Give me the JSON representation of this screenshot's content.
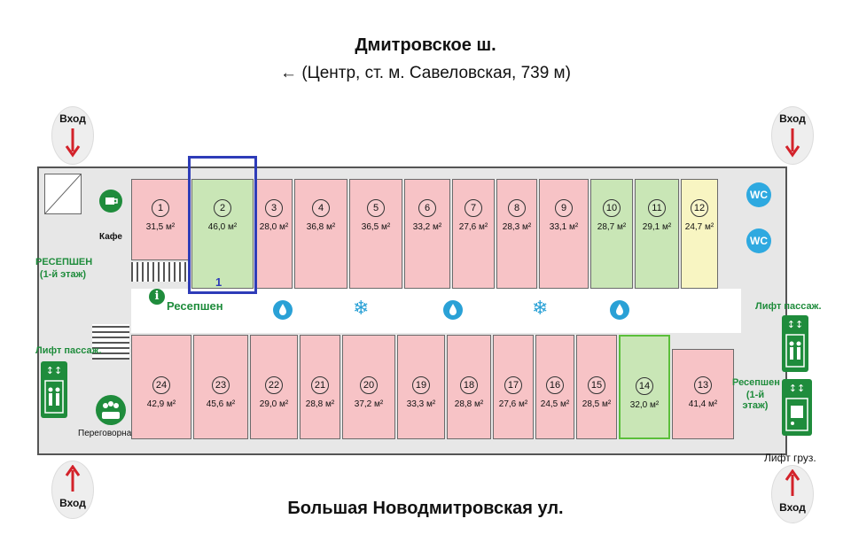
{
  "streets": {
    "top": "Дмитровское ш.",
    "top_sub": "← (Центр, ст. м. Савеловская, 739 м)",
    "bottom": "Большая Новодмитровская ул."
  },
  "entrance_label": "Вход",
  "labels": {
    "cafe": "Кафе",
    "reception_left": "РЕСЕПШЕН",
    "reception_left_floor": "(1-й этаж)",
    "reception_corridor": "Ресепшен",
    "reception_right": "Ресепшен",
    "reception_right_floor": "(1-й этаж)",
    "lift_pass_left": "Лифт пассаж.",
    "lift_pass_right": "Лифт пассаж.",
    "lift_cargo": "Лифт груз.",
    "meeting": "Переговорная",
    "wc": "WC",
    "highlight_marker": "1"
  },
  "colors": {
    "occupied": "#f7c3c6",
    "available": "#c9e6b6",
    "reserved": "#f8f5c2",
    "highlight": "#2e3cb8"
  },
  "rooms_top": [
    {
      "num": "1",
      "area": "31,5 м²",
      "status": "occupied"
    },
    {
      "num": "2",
      "area": "46,0 м²",
      "status": "available"
    },
    {
      "num": "3",
      "area": "28,0 м²",
      "status": "occupied"
    },
    {
      "num": "4",
      "area": "36,8 м²",
      "status": "occupied"
    },
    {
      "num": "5",
      "area": "36,5 м²",
      "status": "occupied"
    },
    {
      "num": "6",
      "area": "33,2 м²",
      "status": "occupied"
    },
    {
      "num": "7",
      "area": "27,6 м²",
      "status": "occupied"
    },
    {
      "num": "8",
      "area": "28,3 м²",
      "status": "occupied"
    },
    {
      "num": "9",
      "area": "33,1 м²",
      "status": "occupied"
    },
    {
      "num": "10",
      "area": "28,7 м²",
      "status": "available"
    },
    {
      "num": "11",
      "area": "29,1 м²",
      "status": "available"
    },
    {
      "num": "12",
      "area": "24,7 м²",
      "status": "reserved"
    }
  ],
  "rooms_bottom": [
    {
      "num": "24",
      "area": "42,9 м²",
      "status": "occupied"
    },
    {
      "num": "23",
      "area": "45,6 м²",
      "status": "occupied"
    },
    {
      "num": "22",
      "area": "29,0 м²",
      "status": "occupied"
    },
    {
      "num": "21",
      "area": "28,8 м²",
      "status": "occupied"
    },
    {
      "num": "20",
      "area": "37,2 м²",
      "status": "occupied"
    },
    {
      "num": "19",
      "area": "33,3 м²",
      "status": "occupied"
    },
    {
      "num": "18",
      "area": "28,8 м²",
      "status": "occupied"
    },
    {
      "num": "17",
      "area": "27,6 м²",
      "status": "occupied"
    },
    {
      "num": "16",
      "area": "24,5 м²",
      "status": "occupied"
    },
    {
      "num": "15",
      "area": "28,5 м²",
      "status": "occupied"
    },
    {
      "num": "14",
      "area": "32,0 м²",
      "status": "available"
    },
    {
      "num": "13",
      "area": "41,4 м²",
      "status": "occupied"
    }
  ],
  "icons": {
    "water": "water-drop-icon",
    "ac": "snowflake-icon",
    "info": "info-icon",
    "cafe": "coffee-cup-icon",
    "lift": "elevator-icon",
    "meeting": "meeting-people-icon"
  }
}
